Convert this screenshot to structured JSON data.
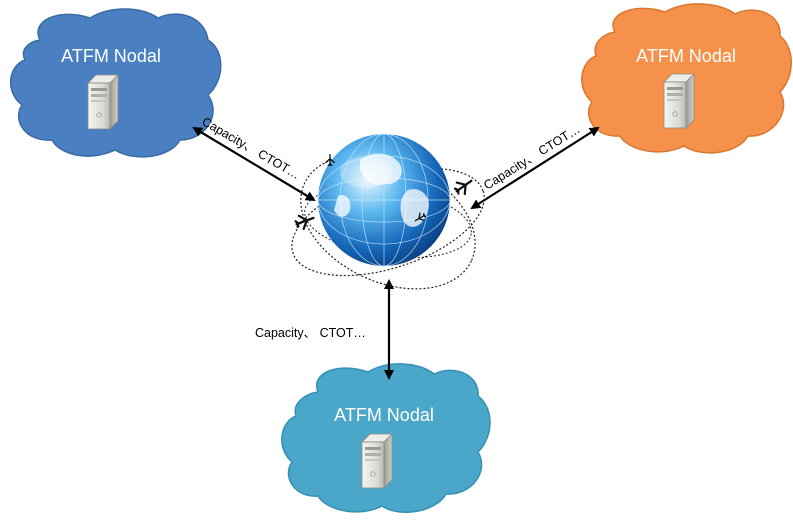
{
  "nodes": {
    "blue": {
      "label": "ATFM Nodal",
      "color": "#4a7fc1",
      "edge": "#3a6aa6"
    },
    "orange": {
      "label": "ATFM Nodal",
      "color": "#f5914a",
      "edge": "#d9772f"
    },
    "teal": {
      "label": "ATFM Nodal",
      "color": "#4aa7c9",
      "edge": "#3590b3"
    }
  },
  "links": {
    "blue": {
      "label": "Capacity、 CTOT…"
    },
    "orange": {
      "label": "Capacity、 CTOT…"
    },
    "teal": {
      "label": "Capacity、 CTOT…"
    }
  },
  "icons": [
    "server-icon",
    "globe-icon",
    "airplane-icon"
  ]
}
